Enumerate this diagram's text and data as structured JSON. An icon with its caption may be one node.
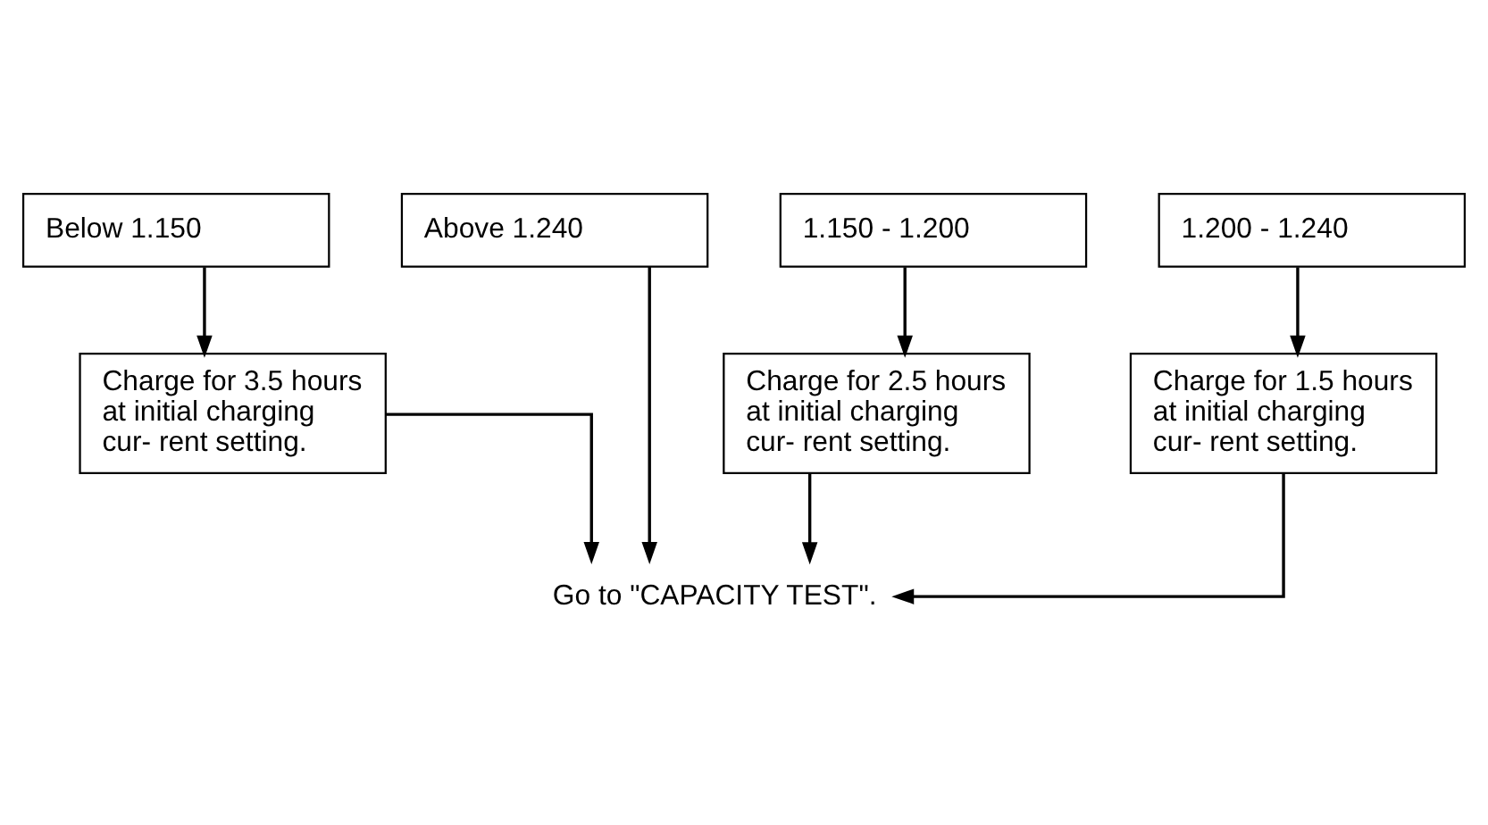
{
  "diagram": {
    "nodes": [
      {
        "text": [
          "Below 1.150"
        ]
      },
      {
        "text": [
          "1.150 - 1.200"
        ]
      },
      {
        "text": [
          "1.200 - 1.240"
        ]
      },
      {
        "text": [
          "Above 1.240"
        ]
      },
      {
        "text": [
          "Charge for 3.5 hours at initial charging cur- rent setting."
        ]
      },
      {
        "text": [
          "Charge for 2.5 hours at initial charging cur- rent setting."
        ]
      },
      {
        "text": [
          "Charge for 1.5 hours at initial charging cur- rent setting."
        ]
      },
      {
        "text": [
          "Go to \"CAPACITY TEST\"."
        ]
      }
    ],
    "edges": [
      {
        "from": 0,
        "to": 4,
        "arrow": "to"
      },
      {
        "from": 1,
        "to": 5,
        "arrow": "to"
      },
      {
        "from": 2,
        "to": 6,
        "arrow": "to"
      },
      {
        "from": 4,
        "to": 7,
        "arrow": "to"
      },
      {
        "from": 5,
        "to": 7,
        "arrow": "to"
      },
      {
        "from": 6,
        "to": 7,
        "arrow": "to"
      },
      {
        "from": 3,
        "to": 7,
        "arrow": "to"
      }
    ]
  }
}
